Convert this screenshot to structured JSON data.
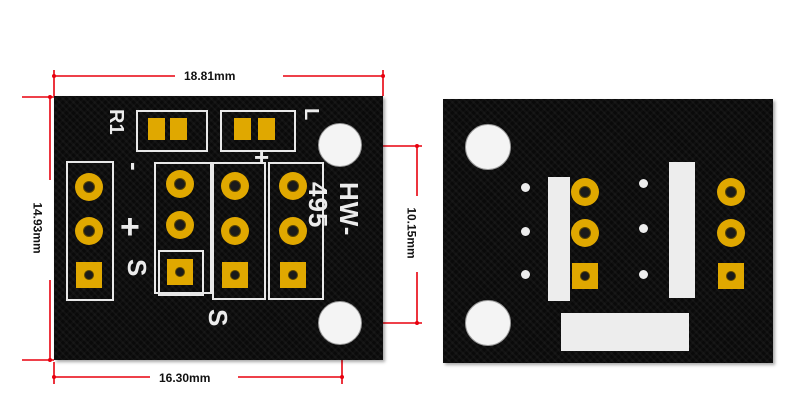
{
  "dimensions": {
    "width_top": "18.81mm",
    "height_left": "14.93mm",
    "mounting_hole_spacing": "10.15mm",
    "width_bottom": "16.30mm"
  },
  "front_silkscreen": {
    "r1_label": "R1",
    "l_label": "L",
    "minus_label": "-",
    "plus_left_label": "+",
    "plus_top_label": "+",
    "s_left_label": "S",
    "s_bottom_label": "S",
    "model_label": "HW-495"
  },
  "colors": {
    "board": "#0a0a0a",
    "pads": "#e0a800",
    "silkscreen": "#ececec",
    "dimension_lines": "#e8000e"
  }
}
